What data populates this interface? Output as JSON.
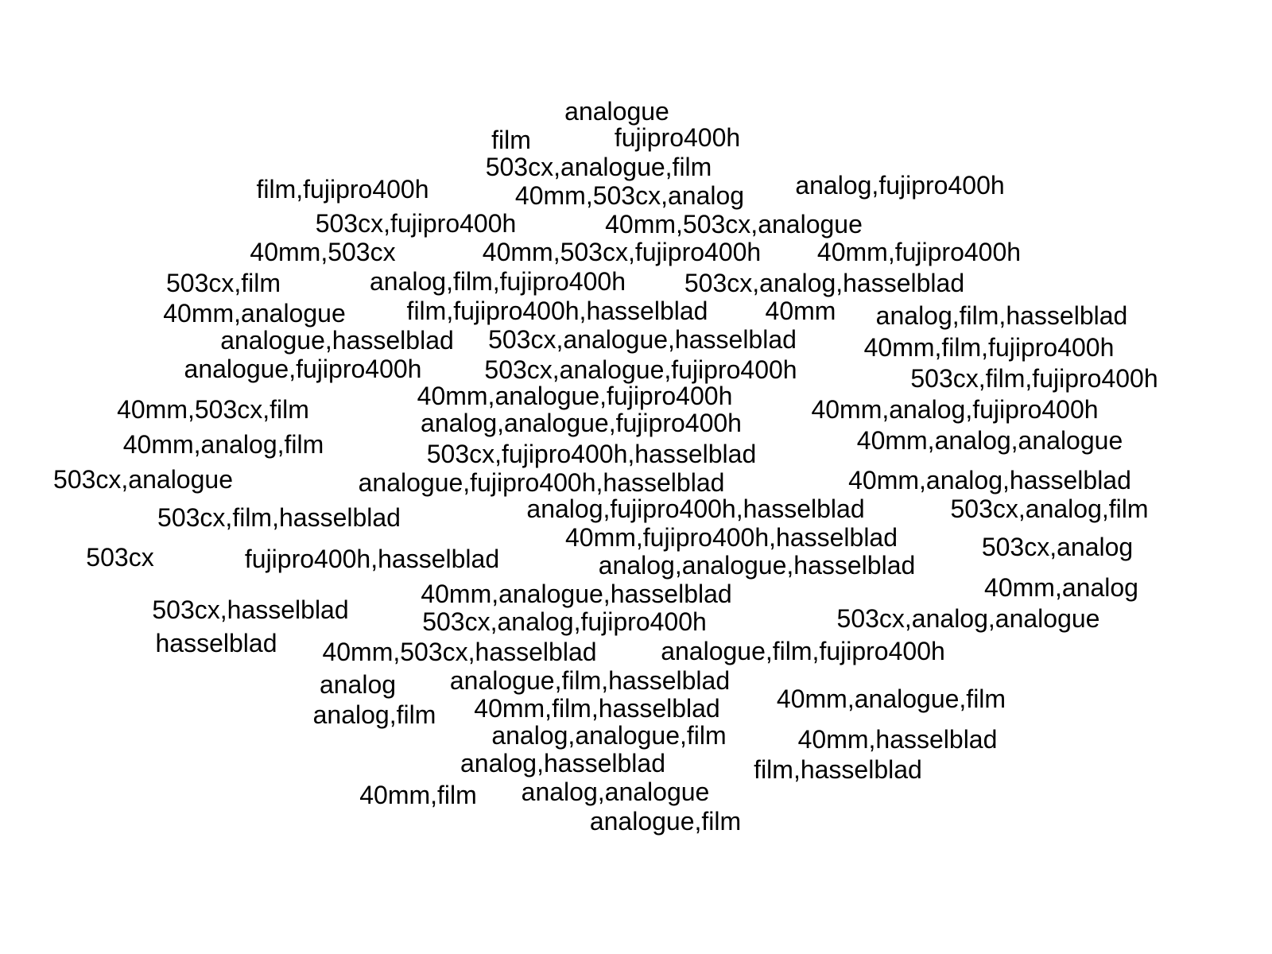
{
  "text_color": "#000000",
  "background_color": "#ffffff",
  "tags": [
    "analogue",
    "film",
    "fujipro400h",
    "503cx,analogue,film",
    "film,fujipro400h",
    "40mm,503cx,analog",
    "analog,fujipro400h",
    "503cx,fujipro400h",
    "40mm,503cx,analogue",
    "40mm,503cx",
    "40mm,503cx,fujipro400h",
    "40mm,fujipro400h",
    "503cx,film",
    "analog,film,fujipro400h",
    "503cx,analog,hasselblad",
    "40mm,analogue",
    "film,fujipro400h,hasselblad",
    "40mm",
    "analog,film,hasselblad",
    "analogue,hasselblad",
    "503cx,analogue,hasselblad",
    "40mm,film,fujipro400h",
    "analogue,fujipro400h",
    "503cx,analogue,fujipro400h",
    "503cx,film,fujipro400h",
    "40mm,analogue,fujipro400h",
    "40mm,503cx,film",
    "40mm,analog,fujipro400h",
    "analog,analogue,fujipro400h",
    "40mm,analog,film",
    "40mm,analog,analogue",
    "503cx,fujipro400h,hasselblad",
    "503cx,analogue",
    "analogue,fujipro400h,hasselblad",
    "40mm,analog,hasselblad",
    "analog,fujipro400h,hasselblad",
    "503cx,film,hasselblad",
    "503cx,analog,film",
    "40mm,fujipro400h,hasselblad",
    "503cx",
    "fujipro400h,hasselblad",
    "503cx,analog",
    "analog,analogue,hasselblad",
    "40mm,analog",
    "40mm,analogue,hasselblad",
    "503cx,hasselblad",
    "503cx,analog,fujipro400h",
    "503cx,analog,analogue",
    "hasselblad",
    "40mm,503cx,hasselblad",
    "analogue,film,fujipro400h",
    "analog",
    "analogue,film,hasselblad",
    "40mm,analogue,film",
    "analog,film",
    "40mm,film,hasselblad",
    "analog,analogue,film",
    "40mm,hasselblad",
    "analog,hasselblad",
    "film,hasselblad",
    "40mm,film",
    "analog,analogue",
    "analogue,film"
  ]
}
